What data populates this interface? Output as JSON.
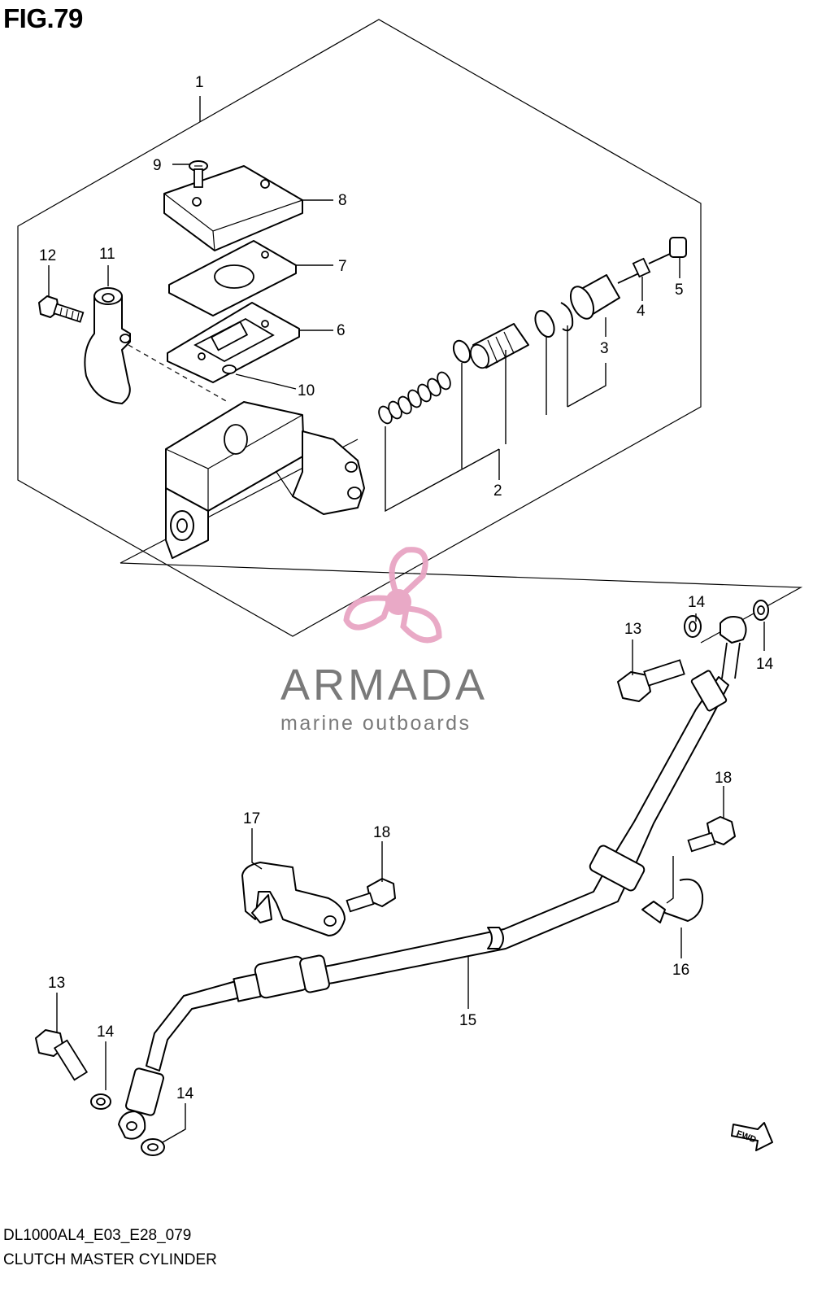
{
  "header": {
    "figure_label": "FIG.79"
  },
  "footer": {
    "drawing_code": "DL1000AL4_E03_E28_079",
    "description": "CLUTCH MASTER CYLINDER"
  },
  "callouts": {
    "c1": "1",
    "c2": "2",
    "c3": "3",
    "c4": "4",
    "c5": "5",
    "c6": "6",
    "c7": "7",
    "c8": "8",
    "c9": "9",
    "c10": "10",
    "c11": "11",
    "c12": "12",
    "c13a": "13",
    "c13b": "13",
    "c14a": "14",
    "c14b": "14",
    "c14c": "14",
    "c14d": "14",
    "c15": "15",
    "c16": "16",
    "c17": "17",
    "c18a": "18",
    "c18b": "18"
  },
  "watermark": {
    "brand": "ARMADA",
    "tagline": "marine outboards",
    "logo_color": "#e8a5c3"
  },
  "direction_marker": {
    "label": "FWD"
  }
}
